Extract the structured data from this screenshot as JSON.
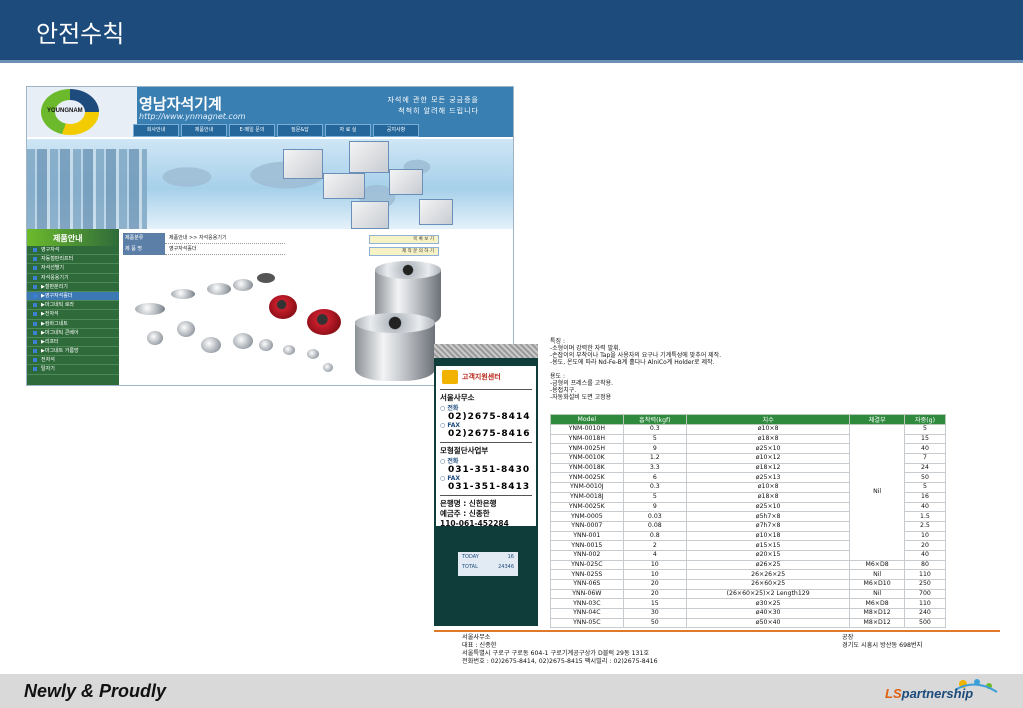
{
  "slide": {
    "title": "안전수칙",
    "footer_slogan": "Newly & Proudly",
    "brand": {
      "ls": "LS",
      "rest": "partnership"
    }
  },
  "website": {
    "logo_word": "YOUNGNAM",
    "company_name": "영남자석기계",
    "url": "http://www.ynmagnet.com",
    "tagline": [
      "자석에 관한 모든 궁금증을",
      "척척히 알려해 드립니다"
    ],
    "nav": [
      "회사안내",
      "제품안내",
      "E-메일 문의",
      "질문&답",
      "자 료 실",
      "공지사항"
    ],
    "side_menu_title": "제품안내",
    "side_menu": [
      "영구자석",
      "자동철판리프터",
      "자석선별기",
      "자석응용기기",
      "▶철판분리기",
      "▶영구자석홀더",
      "▶마그네틱 로라",
      "▶전자석",
      "▶컴바그네트",
      "▶마그네틱 콘베어",
      "▶리프터",
      "▶마그네트 거름망",
      "전자석",
      "탈자기"
    ],
    "side_menu_selected_index": 5,
    "content_rows": [
      {
        "k": "제품분류",
        "v": "제품안내 >> 자석응용기기"
      },
      {
        "k": "제 품 명",
        "v": "영구자석홀더"
      }
    ],
    "content_buttons": [
      "목 록 보 기",
      "제 작 문 의 하 기"
    ]
  },
  "center": {
    "header": "고객지원센터",
    "seoul": {
      "title": "서울사무소",
      "phone_label": "전화",
      "phone": "02)2675-8414",
      "fax_label": "FAX",
      "fax": "02)2675-8416"
    },
    "factory": {
      "title": "모형절단사업부",
      "phone_label": "전화",
      "phone": "031-351-8430",
      "fax_label": "FAX",
      "fax": "031-351-8413"
    },
    "bank": [
      "은행명 : 신한은행",
      "예금주 : 신종한",
      "110-061-452284"
    ],
    "counter": {
      "today_label": "TODAY",
      "today": "16",
      "total_label": "TOTAL",
      "total": "24346"
    }
  },
  "spec": {
    "features_title": "특징 :",
    "features": [
      "-소형이며 강력한 자력 발휘.",
      "-손잡이의 부착이나 Tap을 사용자의 요구나 기계특성에 맞추어 제작.",
      "-용도, 온도에 따라 Nd-Fe-B계 홀다나 AlniCo계 Holder로 제작."
    ],
    "uses_title": "용도 :",
    "uses": [
      "-금형의 프레스를 고착용.",
      "-용접치구.",
      "-자동화설비 도면 고정용"
    ]
  },
  "table": {
    "headers": [
      "Model",
      "흡착력(kgf)",
      "치수",
      "체결부",
      "자중(g)"
    ],
    "rows": [
      [
        "YNM-0010H",
        "0.3",
        "ø10×8",
        "",
        "5"
      ],
      [
        "YNM-0018H",
        "5",
        "ø18×8",
        "",
        "15"
      ],
      [
        "YNM-0025H",
        "9",
        "ø25×10",
        "",
        "40"
      ],
      [
        "YNM-0010K",
        "1.2",
        "ø10×12",
        "",
        "7"
      ],
      [
        "YNM-0018K",
        "3.3",
        "ø18×12",
        "",
        "24"
      ],
      [
        "YNM-0025K",
        "6",
        "ø25×13",
        "",
        "50"
      ],
      [
        "YNM-0010J",
        "0.3",
        "ø10×8",
        "",
        "5"
      ],
      [
        "YNM-0018J",
        "5",
        "ø18×8",
        "",
        "16"
      ],
      [
        "YNM-0025K",
        "9",
        "ø25×10",
        "",
        "40"
      ],
      [
        "YNM-0005",
        "0.03",
        "ø5h7×8",
        "",
        "1.5"
      ],
      [
        "YNN-0007",
        "0.08",
        "ø7h7×8",
        "",
        "2.5"
      ],
      [
        "YNN-001",
        "0.8",
        "ø10×18",
        "",
        "10"
      ],
      [
        "YNN-0015",
        "2",
        "ø15×15",
        "",
        "20"
      ],
      [
        "YNN-002",
        "4",
        "ø20×15",
        "",
        "40"
      ],
      [
        "YNN-025C",
        "10",
        "ø26×25",
        "M6×D8",
        "80"
      ],
      [
        "YNN-025S",
        "10",
        "26×26×25",
        "Nil",
        "110"
      ],
      [
        "YNN-06S",
        "20",
        "26×60×25",
        "M6×D10",
        "250"
      ],
      [
        "YNN-06W",
        "20",
        "(26×60×25)×2 Length129",
        "Nil",
        "700"
      ],
      [
        "YNN-03C",
        "15",
        "ø30×25",
        "M6×D8",
        "110"
      ],
      [
        "YNN-04C",
        "30",
        "ø40×30",
        "M8×D12",
        "240"
      ],
      [
        "YNN-05C",
        "50",
        "ø50×40",
        "M8×D12",
        "500"
      ]
    ],
    "merged_fastener": "Nil"
  },
  "address": {
    "office": [
      "서울사무소",
      "대표 : 신종한",
      "서울특별시 구로구 구로동 604-1 구로기계공구상가 D블럭 29동 131호",
      "전화번호 : 02)2675-8414, 02)2675-8415    팩시밀리 : 02)2675-8416"
    ],
    "factory": [
      "공장",
      "경기도 시흥시 방산동 698번지"
    ]
  }
}
